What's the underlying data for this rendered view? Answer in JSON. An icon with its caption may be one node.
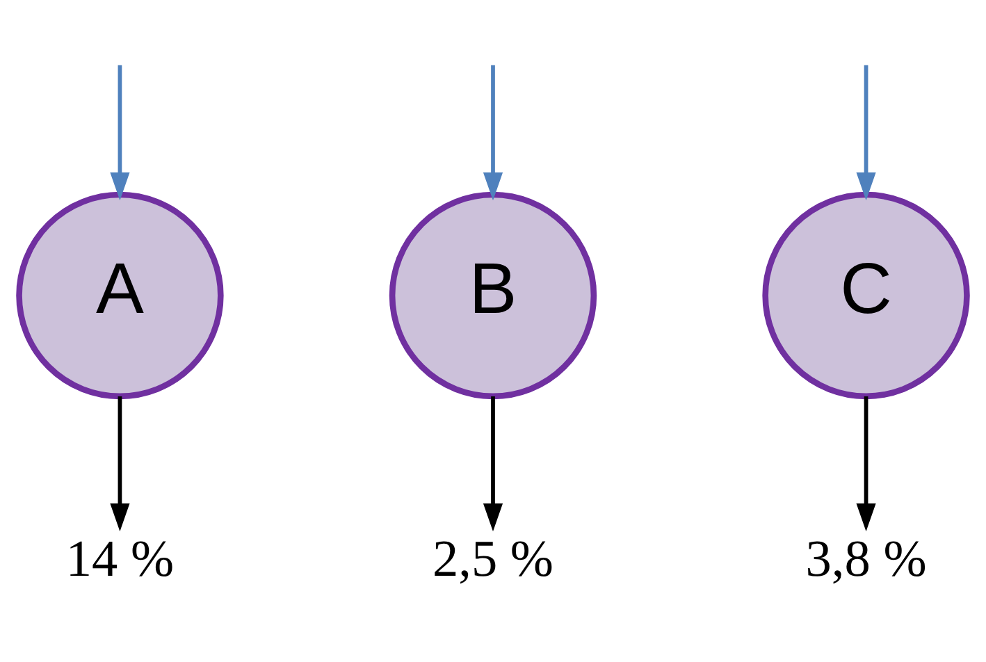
{
  "diagram": {
    "nodes": [
      {
        "text": [
          "A"
        ]
      },
      {
        "text": [
          "B"
        ]
      },
      {
        "text": [
          "C"
        ]
      },
      {
        "text": [
          "14 %"
        ]
      },
      {
        "text": [
          "2,5 %"
        ]
      },
      {
        "text": [
          "3,8 %"
        ]
      }
    ],
    "edges": [
      {
        "from": null,
        "to": 0,
        "arrow": "to",
        "color": "#4f81bd"
      },
      {
        "from": null,
        "to": 1,
        "arrow": "to",
        "color": "#4f81bd"
      },
      {
        "from": null,
        "to": 2,
        "arrow": "to",
        "color": "#4f81bd"
      },
      {
        "from": 0,
        "to": 3,
        "arrow": "to",
        "color": "#000000"
      },
      {
        "from": 1,
        "to": 4,
        "arrow": "to",
        "color": "#000000"
      },
      {
        "from": 2,
        "to": 5,
        "arrow": "to",
        "color": "#000000"
      }
    ]
  }
}
